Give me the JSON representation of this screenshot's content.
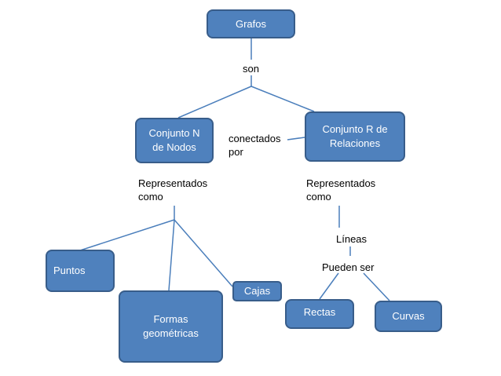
{
  "nodes": {
    "grafos": "Grafos",
    "conjunto_n": "Conjunto N\nde Nodos",
    "conjunto_r": "Conjunto R de\nRelaciones",
    "puntos": "Puntos",
    "formas": "Formas\ngeométricas",
    "cajas": "Cajas",
    "rectas": "Rectas",
    "curvas": "Curvas"
  },
  "labels": {
    "son": "son",
    "conectados": "conectados\npor",
    "representados_left": "Representados\ncomo",
    "representados_right": "Representados\n como",
    "lineas": "Líneas",
    "pueden_ser": "Pueden ser"
  },
  "colors": {
    "node_fill": "#4f81bd",
    "node_border": "#385d8a",
    "line": "#4a7ebb"
  }
}
